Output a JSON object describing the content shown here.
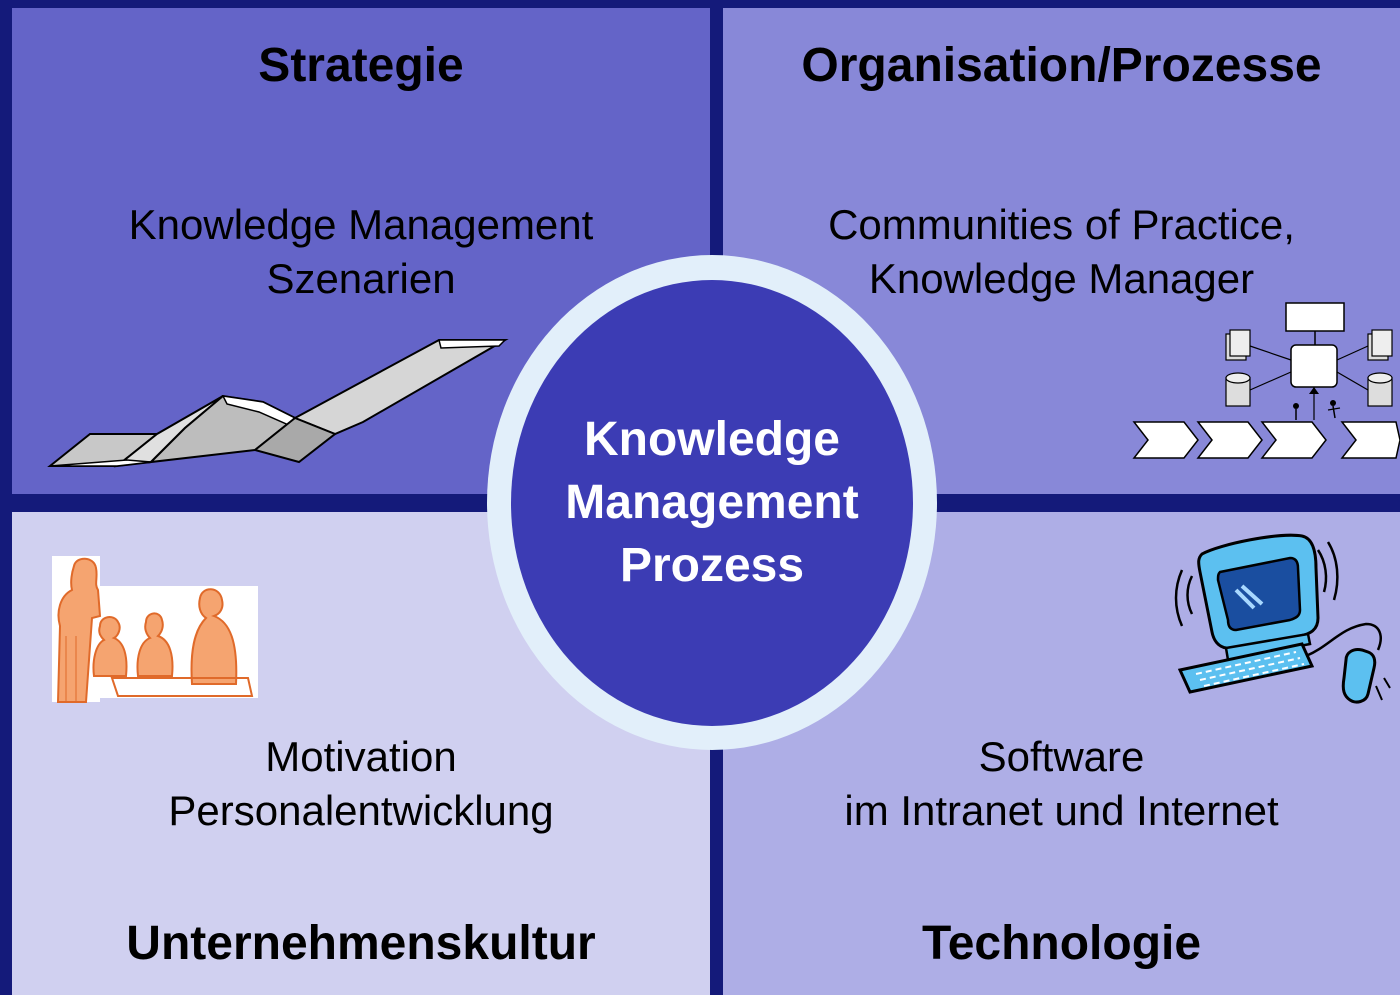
{
  "quadrants": {
    "strategy": {
      "title": "Strategie",
      "lines": [
        "Knowledge Management",
        "Szenarien"
      ]
    },
    "organisation": {
      "title": "Organisation/Prozesse",
      "lines": [
        "Communities of Practice,",
        "Knowledge Manager"
      ]
    },
    "culture": {
      "title": "Unternehmenskultur",
      "lines": [
        "Motivation",
        "Personalentwicklung"
      ]
    },
    "technology": {
      "title": "Technologie",
      "lines": [
        "Software",
        "im Intranet und Internet"
      ]
    }
  },
  "center": {
    "lines": [
      "Knowledge",
      "Management",
      "Prozess"
    ]
  },
  "icons": {
    "strategy": "rising-steps-icon",
    "organisation": "process-flow-icon",
    "culture": "people-meeting-icon",
    "technology": "computer-icon"
  },
  "colors": {
    "background": "#141a7a",
    "strategy": "#6464c8",
    "organisation": "#8888d8",
    "culture": "#d0d0f0",
    "technology": "#aeaee6",
    "center": "#3c3cb4",
    "ring": "#e2effa"
  }
}
